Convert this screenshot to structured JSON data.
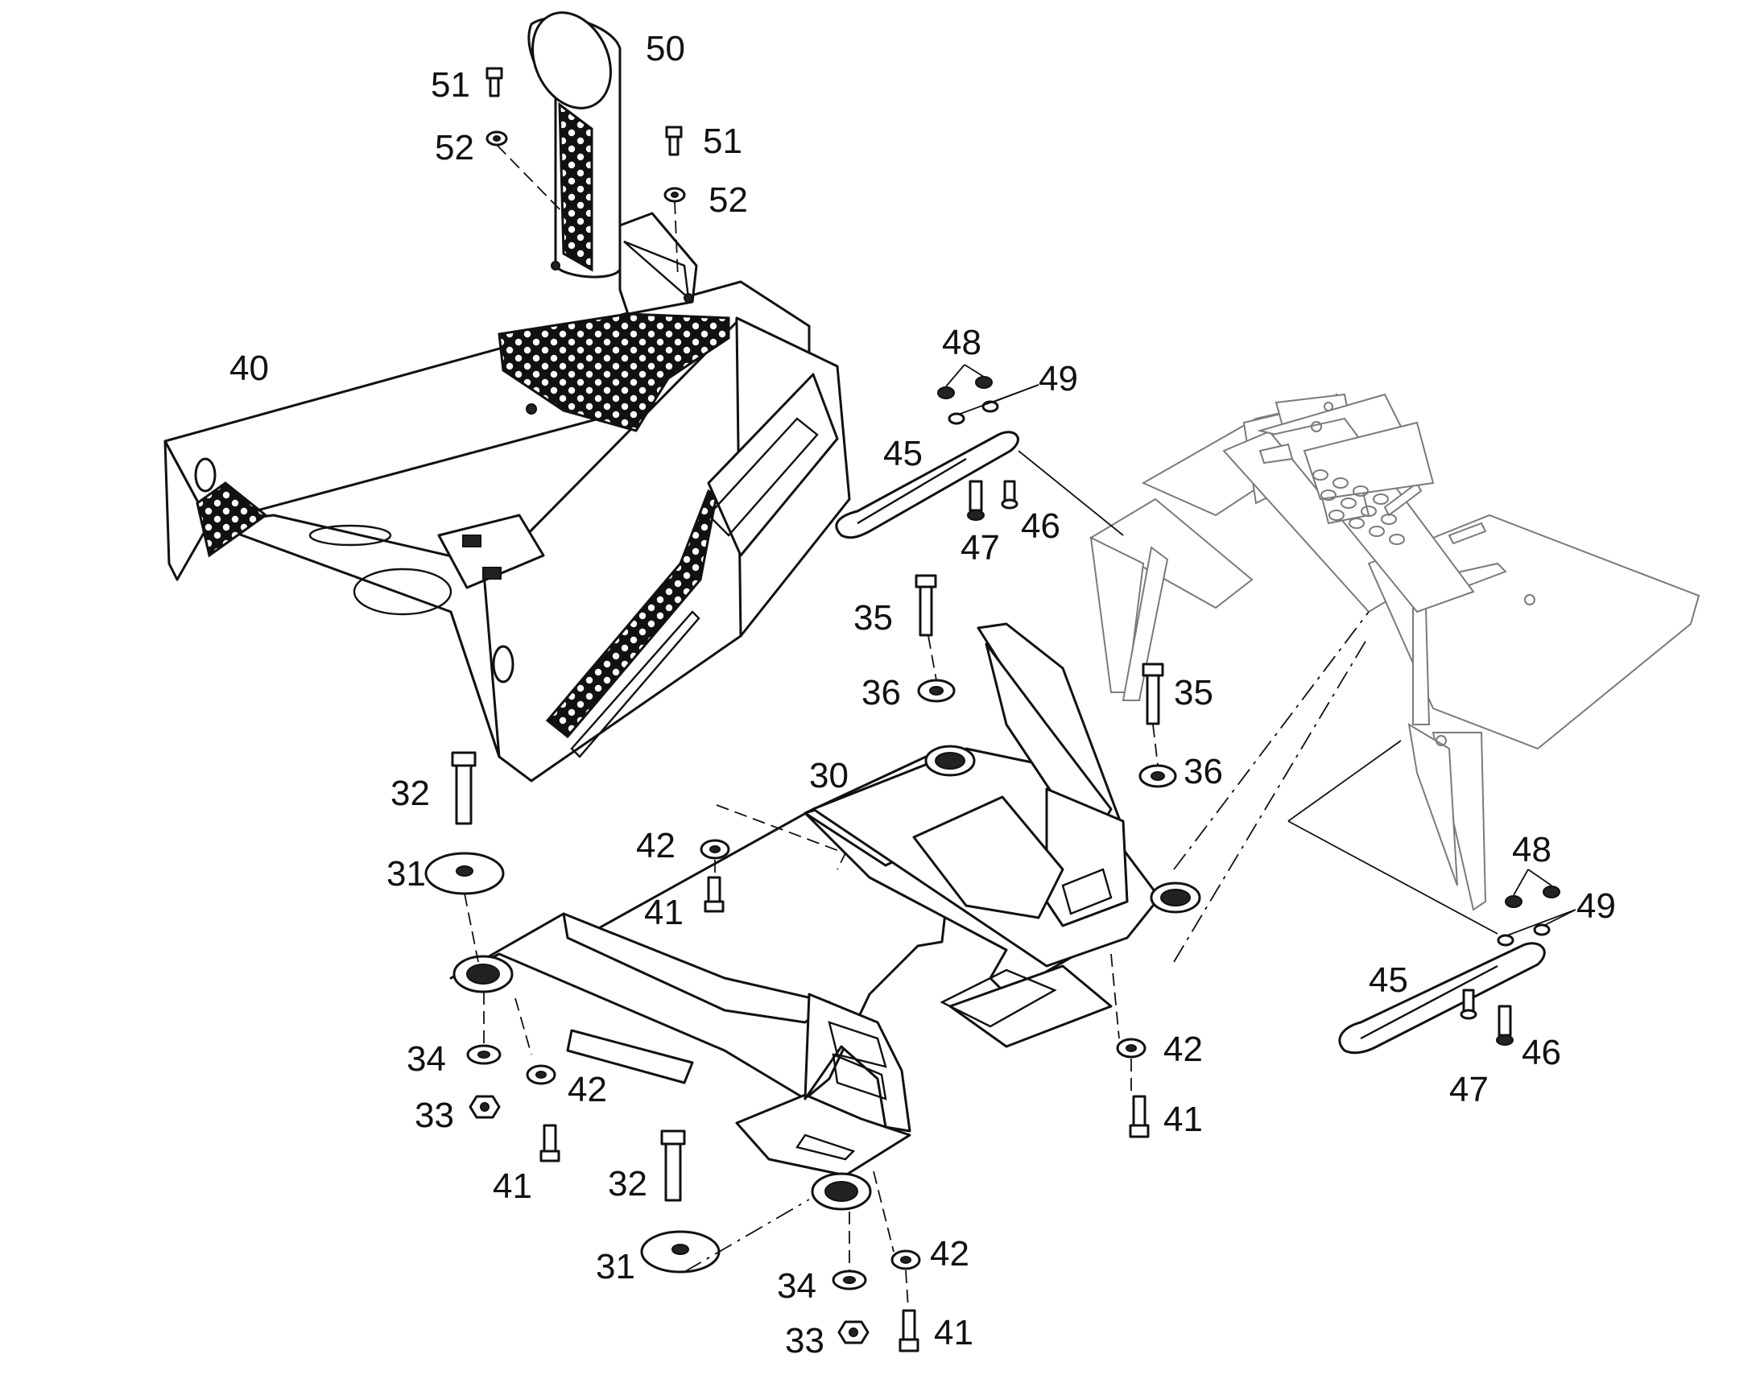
{
  "callouts": [
    {
      "id": "c50",
      "text": "50"
    },
    {
      "id": "c51a",
      "text": "51"
    },
    {
      "id": "c52a",
      "text": "52"
    },
    {
      "id": "c51b",
      "text": "51"
    },
    {
      "id": "c52b",
      "text": "52"
    },
    {
      "id": "c40",
      "text": "40"
    },
    {
      "id": "c48a",
      "text": "48"
    },
    {
      "id": "c49a",
      "text": "49"
    },
    {
      "id": "c45a",
      "text": "45"
    },
    {
      "id": "c47a",
      "text": "47"
    },
    {
      "id": "c46a",
      "text": "46"
    },
    {
      "id": "c35a",
      "text": "35"
    },
    {
      "id": "c36a",
      "text": "36"
    },
    {
      "id": "c35b",
      "text": "35"
    },
    {
      "id": "c36b",
      "text": "36"
    },
    {
      "id": "c30",
      "text": "30"
    },
    {
      "id": "c32a",
      "text": "32"
    },
    {
      "id": "c31a",
      "text": "31"
    },
    {
      "id": "c42a",
      "text": "42"
    },
    {
      "id": "c41a",
      "text": "41"
    },
    {
      "id": "c34a",
      "text": "34"
    },
    {
      "id": "c42b",
      "text": "42"
    },
    {
      "id": "c33a",
      "text": "33"
    },
    {
      "id": "c41b",
      "text": "41"
    },
    {
      "id": "c42c",
      "text": "42"
    },
    {
      "id": "c41c",
      "text": "41"
    },
    {
      "id": "c32b",
      "text": "32"
    },
    {
      "id": "c31b",
      "text": "31"
    },
    {
      "id": "c42d",
      "text": "42"
    },
    {
      "id": "c34b",
      "text": "34"
    },
    {
      "id": "c41d",
      "text": "41"
    },
    {
      "id": "c33b",
      "text": "33"
    },
    {
      "id": "c48b",
      "text": "48"
    },
    {
      "id": "c49b",
      "text": "49"
    },
    {
      "id": "c45b",
      "text": "45"
    },
    {
      "id": "c46b",
      "text": "46"
    },
    {
      "id": "c47b",
      "text": "47"
    }
  ]
}
